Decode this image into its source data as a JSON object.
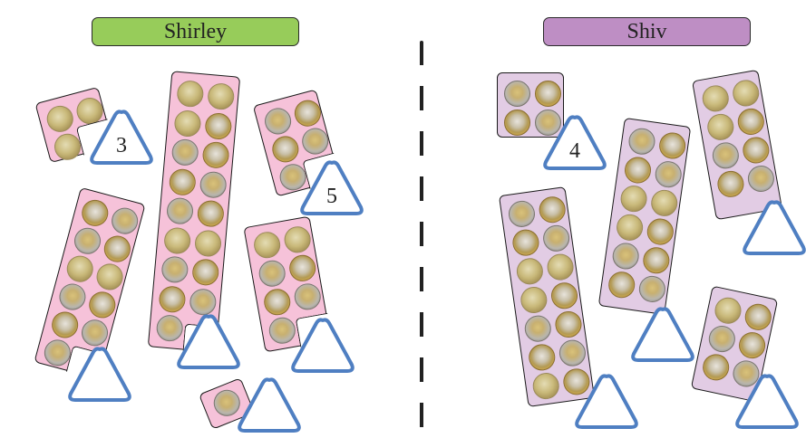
{
  "colors": {
    "shirley_tag": "#97cc5a",
    "shiv_tag": "#be8ec4",
    "shirley_card": "#f6c2d9",
    "shiv_card": "#e2cce4",
    "triangle_stroke": "#4f7fc2",
    "divider": "#222222"
  },
  "shirley": {
    "name": "Shirley",
    "groups": [
      {
        "coins": 3,
        "label": "3"
      },
      {
        "coins": 17,
        "label": ""
      },
      {
        "coins": 5,
        "label": "5"
      },
      {
        "coins": 11,
        "label": ""
      },
      {
        "coins": 7,
        "label": ""
      },
      {
        "coins": 1,
        "label": ""
      }
    ]
  },
  "shiv": {
    "name": "Shiv",
    "groups": [
      {
        "coins": 4,
        "label": "4"
      },
      {
        "coins": 14,
        "label": ""
      },
      {
        "coins": 12,
        "label": ""
      },
      {
        "coins": 8,
        "label": ""
      },
      {
        "coins": 6,
        "label": ""
      }
    ]
  },
  "icons": {
    "coin": "coin-icon",
    "triangle": "triangle-answer-box"
  }
}
